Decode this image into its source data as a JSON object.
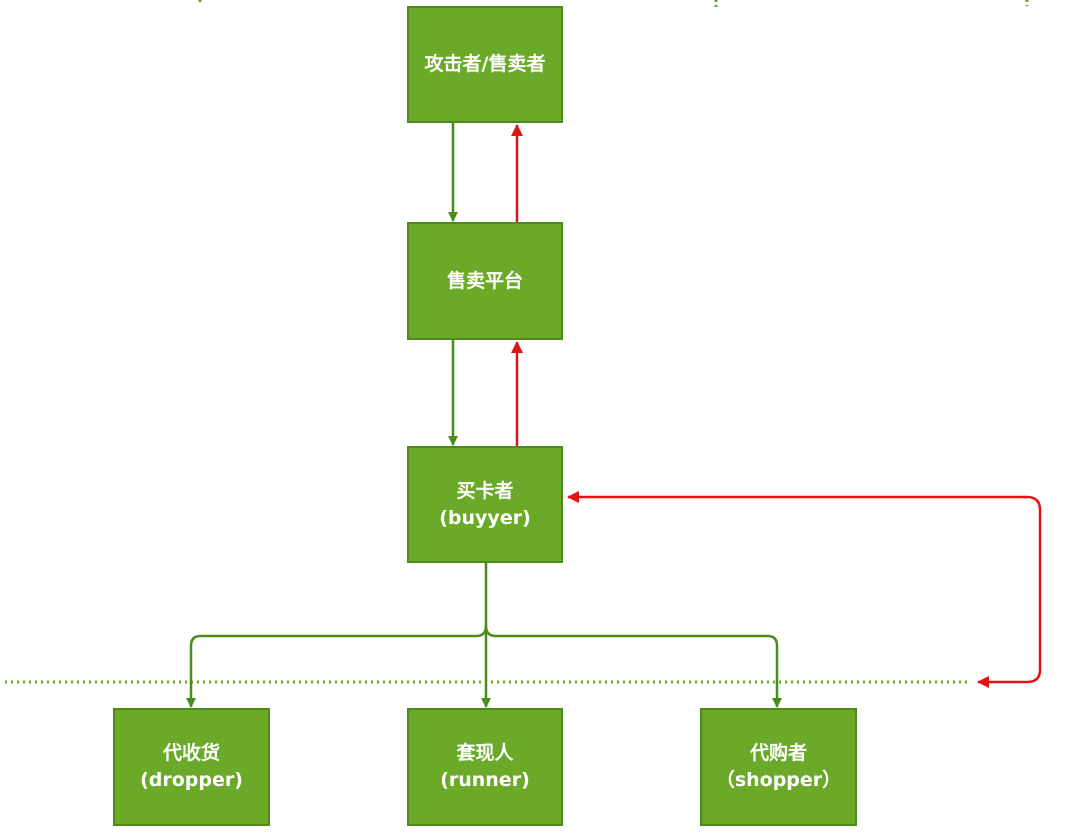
{
  "nodes": {
    "attacker_seller": {
      "line1": "攻击者/售卖者"
    },
    "platform": {
      "line1": "售卖平台"
    },
    "buyer": {
      "line1": "买卡者",
      "line2": "(buyyer)"
    },
    "dropper": {
      "line1": "代收货",
      "line2": "(dropper)"
    },
    "runner": {
      "line1": "套现人",
      "line2": "(runner)"
    },
    "shopper": {
      "line1": "代购者",
      "line2": "（shopper）"
    }
  },
  "colors": {
    "node_fill": "#6aaa28",
    "node_border": "#4d8a17",
    "flow_arrow": "#4a8c1c",
    "return_arrow": "#e11414",
    "divider": "#6aaa28"
  }
}
